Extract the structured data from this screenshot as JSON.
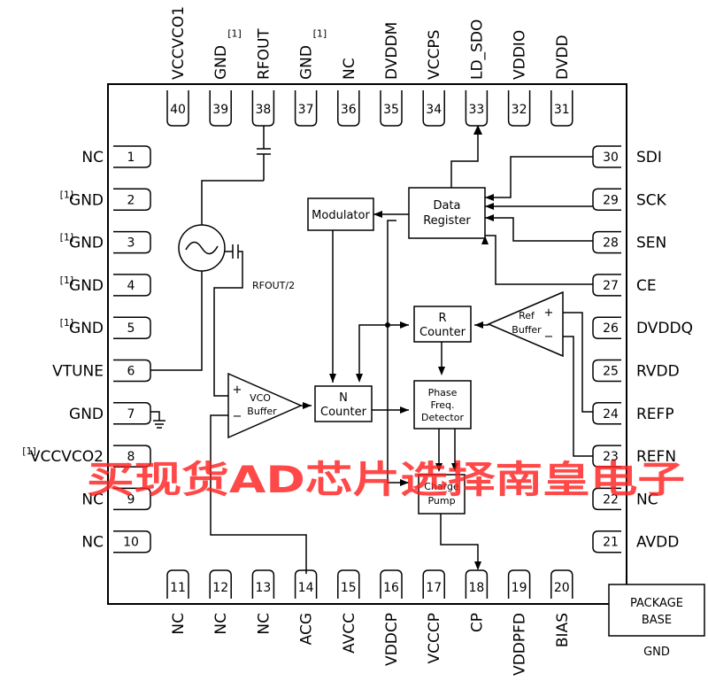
{
  "top_pins": [
    {
      "num": "40",
      "label": "VCCVCO1",
      "note": ""
    },
    {
      "num": "39",
      "label": "GND",
      "note": "[1]"
    },
    {
      "num": "38",
      "label": "RFOUT",
      "note": ""
    },
    {
      "num": "37",
      "label": "GND",
      "note": "[1]"
    },
    {
      "num": "36",
      "label": "NC",
      "note": ""
    },
    {
      "num": "35",
      "label": "DVDDM",
      "note": ""
    },
    {
      "num": "34",
      "label": "VCCPS",
      "note": ""
    },
    {
      "num": "33",
      "label": "LD_SDO",
      "note": ""
    },
    {
      "num": "32",
      "label": "VDDIO",
      "note": ""
    },
    {
      "num": "31",
      "label": "DVDD",
      "note": ""
    }
  ],
  "bottom_pins": [
    {
      "num": "11",
      "label": "NC"
    },
    {
      "num": "12",
      "label": "NC"
    },
    {
      "num": "13",
      "label": "NC"
    },
    {
      "num": "14",
      "label": "ACG"
    },
    {
      "num": "15",
      "label": "AVCC"
    },
    {
      "num": "16",
      "label": "VDDCP"
    },
    {
      "num": "17",
      "label": "VCCCP"
    },
    {
      "num": "18",
      "label": "CP"
    },
    {
      "num": "19",
      "label": "VDDPFD"
    },
    {
      "num": "20",
      "label": "BIAS"
    }
  ],
  "left_pins": [
    {
      "num": "1",
      "label": "NC",
      "note": ""
    },
    {
      "num": "2",
      "label": "GND",
      "note": "[1]"
    },
    {
      "num": "3",
      "label": "GND",
      "note": "[1]"
    },
    {
      "num": "4",
      "label": "GND",
      "note": "[1]"
    },
    {
      "num": "5",
      "label": "GND",
      "note": "[1]"
    },
    {
      "num": "6",
      "label": "VTUNE",
      "note": ""
    },
    {
      "num": "7",
      "label": "GND",
      "note": ""
    },
    {
      "num": "8",
      "label": "VCCVCO2",
      "note": "[1]"
    },
    {
      "num": "9",
      "label": "NC",
      "note": ""
    },
    {
      "num": "10",
      "label": "NC",
      "note": ""
    }
  ],
  "right_pins": [
    {
      "num": "30",
      "label": "SDI"
    },
    {
      "num": "29",
      "label": "SCK"
    },
    {
      "num": "28",
      "label": "SEN"
    },
    {
      "num": "27",
      "label": "CE"
    },
    {
      "num": "26",
      "label": "DVDDQ"
    },
    {
      "num": "25",
      "label": "RVDD"
    },
    {
      "num": "24",
      "label": "REFP"
    },
    {
      "num": "23",
      "label": "REFN"
    },
    {
      "num": "22",
      "label": "NC"
    },
    {
      "num": "21",
      "label": "AVDD"
    }
  ],
  "blocks": {
    "modulator": "Modulator",
    "data_register": [
      "Data",
      "Register"
    ],
    "r_counter": [
      "R",
      "Counter"
    ],
    "ref_buffer": [
      "Ref",
      "Buffer"
    ],
    "n_counter": [
      "N",
      "Counter"
    ],
    "pfd": [
      "Phase",
      "Freq.",
      "Detector"
    ],
    "charge_pump": [
      "Charge",
      "Pump"
    ],
    "vco_buffer": [
      "VCO",
      "Buffer"
    ],
    "plus_sign": "+",
    "minus_sign": "−"
  },
  "labels": {
    "rfout_half": "RFOUT/2",
    "package_base": [
      "PACKAGE",
      "BASE"
    ],
    "package_gnd": "GND"
  },
  "watermark": "买现货AD芯片选择南皇电子",
  "colors": {
    "line": "#000000",
    "watermark": "#ff2020"
  }
}
